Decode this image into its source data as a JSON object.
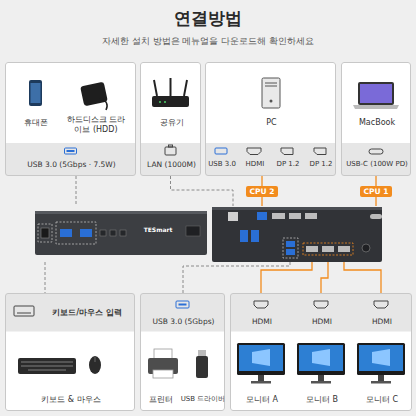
{
  "diagram": {
    "title": "연결방법",
    "nodes": [
      {
        "text": [
          "휴대폰",
          "하드디스크 드라이브 (HDD)",
          "USB 3.0 (5Gbps · 7.5W)"
        ]
      },
      {
        "text": [
          "공유기",
          "LAN (1000M)"
        ]
      },
      {
        "text": [
          "PC",
          "USB 3.0",
          "HDMI",
          "DP 1.2",
          "DP 1.2"
        ]
      },
      {
        "text": [
          "MacBook",
          "USB-C (100W PD)"
        ]
      },
      {
        "text": [
          "TESmart"
        ]
      },
      {
        "text": [
          "키보드/마우스 입력",
          "키보드 & 마우스"
        ]
      },
      {
        "text": [
          "USB 3.0 (5Gbps)",
          "프린터",
          "USB 드라이버"
        ]
      },
      {
        "text": [
          "HDMI",
          "HDMI",
          "HDMI",
          "모니터 A",
          "모니터 B",
          "모니터 C"
        ]
      }
    ],
    "edges": [
      {
        "from": 0,
        "to": 4,
        "arrow": "none"
      },
      {
        "from": 1,
        "to": 4,
        "arrow": "none"
      },
      {
        "from": 2,
        "to": 4,
        "label": "CPU 2",
        "arrow": "none"
      },
      {
        "from": 3,
        "to": 4,
        "label": "CPU 1",
        "arrow": "none"
      },
      {
        "from": 4,
        "to": 5,
        "arrow": "none"
      },
      {
        "from": 4,
        "to": 6,
        "arrow": "none"
      },
      {
        "from": 4,
        "to": 7,
        "arrow": "none"
      },
      {
        "from": 4,
        "to": 7,
        "arrow": "none"
      },
      {
        "from": 4,
        "to": 7,
        "arrow": "none"
      }
    ],
    "labels": [
      "자세한 설치 방법은 메뉴얼을 다운로드해 확인하세요"
    ]
  }
}
